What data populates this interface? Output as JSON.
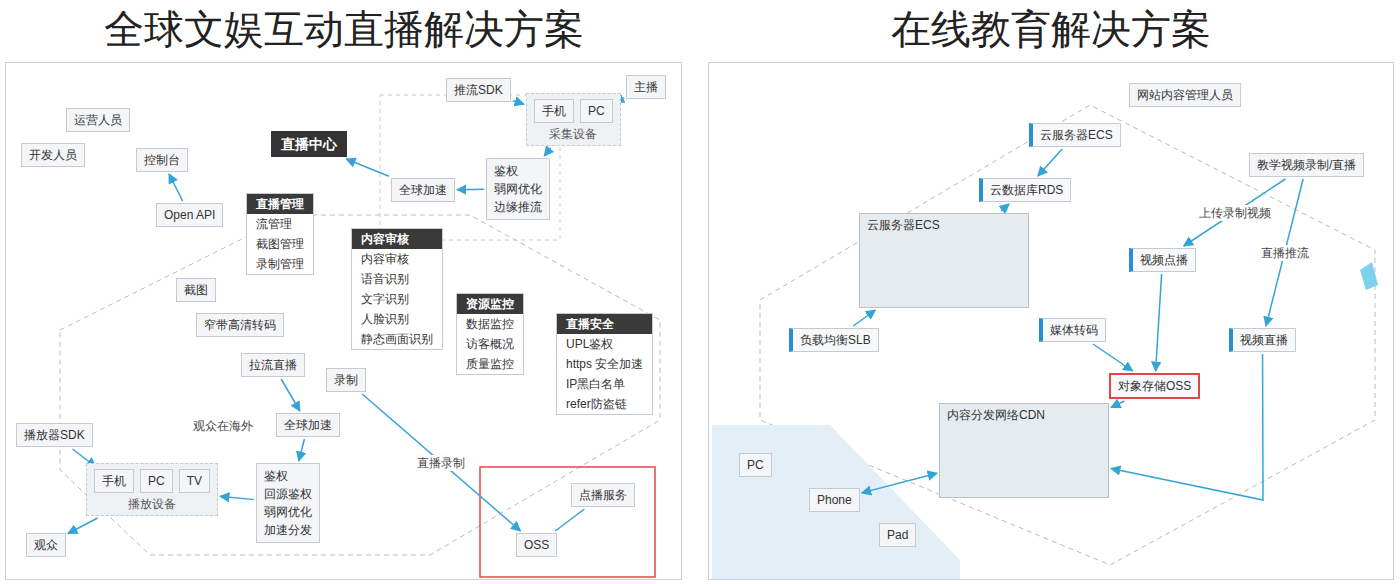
{
  "diagram": {
    "nodes": [
      {
        "text": [
          "全球文娱互动直播解决方案"
        ]
      },
      {
        "text": [
          "开发人员"
        ],
        "in": 0
      },
      {
        "text": [
          "运营人员"
        ],
        "in": 0
      },
      {
        "text": [
          "控制台"
        ],
        "in": 0
      },
      {
        "text": [
          "直播中心"
        ],
        "in": 0
      },
      {
        "text": [
          "Open API"
        ],
        "in": 0
      },
      {
        "text": [
          "直播管理",
          "流管理",
          "截图管理",
          "录制管理"
        ],
        "in": 0
      },
      {
        "text": [
          "内容审核",
          "内容审核",
          "语音识别",
          "文字识别",
          "人脸识别",
          "静态画面识别"
        ],
        "in": 0
      },
      {
        "text": [
          "资源监控",
          "数据监控",
          "访客概况",
          "质量监控"
        ],
        "in": 0
      },
      {
        "text": [
          "直播安全",
          "UPL鉴权",
          "https 安全加速",
          "IP黑白名单",
          "refer防盗链"
        ],
        "in": 0
      },
      {
        "text": [
          "推流SDK"
        ],
        "in": 0
      },
      {
        "text": [
          "采集设备"
        ],
        "in": 0
      },
      {
        "text": [
          "手机"
        ],
        "in": 11
      },
      {
        "text": [
          "PC"
        ],
        "in": 11
      },
      {
        "text": [
          "主播"
        ],
        "in": 0
      },
      {
        "text": [
          "鉴权",
          "弱网优化",
          "边缘推流"
        ],
        "in": 0
      },
      {
        "text": [
          "全球加速"
        ],
        "in": 0
      },
      {
        "text": [
          "截图"
        ],
        "in": 0
      },
      {
        "text": [
          "窄带高清转码"
        ],
        "in": 0
      },
      {
        "text": [
          "拉流直播"
        ],
        "in": 0
      },
      {
        "text": [
          "录制"
        ],
        "in": 0
      },
      {
        "text": [
          "全球加速"
        ],
        "in": 0
      },
      {
        "text": [
          "鉴权",
          "回源鉴权",
          "弱网优化",
          "加速分发"
        ],
        "in": 0
      },
      {
        "text": [
          "播放器SDK"
        ],
        "in": 0
      },
      {
        "text": [
          "播放设备"
        ],
        "in": 0
      },
      {
        "text": [
          "手机"
        ],
        "in": 24
      },
      {
        "text": [
          "PC"
        ],
        "in": 24
      },
      {
        "text": [
          "TV"
        ],
        "in": 24
      },
      {
        "text": [
          "观众"
        ],
        "in": 0
      },
      {
        "text": [
          "点播服务"
        ],
        "in": 0
      },
      {
        "text": [
          "OSS"
        ],
        "in": 0
      },
      {
        "text": [
          "在线教育解决方案"
        ]
      },
      {
        "text": [
          "网站内容管理人员"
        ],
        "in": 31
      },
      {
        "text": [
          "教学视频录制/直播"
        ],
        "in": 31
      },
      {
        "text": [
          "云服务器ECS"
        ],
        "in": 31
      },
      {
        "text": [
          "云数据库RDS"
        ],
        "in": 31
      },
      {
        "text": [
          "云服务器ECS"
        ],
        "in": 31
      },
      {
        "text": [
          "负载均衡SLB"
        ],
        "in": 31
      },
      {
        "text": [
          "视频点播"
        ],
        "in": 31
      },
      {
        "text": [
          "媒体转码"
        ],
        "in": 31
      },
      {
        "text": [
          "视频直播"
        ],
        "in": 31
      },
      {
        "text": [
          "对象存储OSS"
        ],
        "in": 31
      },
      {
        "text": [
          "内容分发网络CDN"
        ],
        "in": 31
      },
      {
        "text": [
          "PC"
        ],
        "in": 31
      },
      {
        "text": [
          "Phone"
        ],
        "in": 31
      },
      {
        "text": [
          "Pad"
        ],
        "in": 31
      }
    ],
    "edges": [
      {
        "from": 5,
        "to": 3,
        "arrow": "to"
      },
      {
        "from": 10,
        "to": 11,
        "arrow": "to"
      },
      {
        "from": 14,
        "to": 13,
        "arrow": "to"
      },
      {
        "from": 11,
        "to": 15,
        "arrow": "to"
      },
      {
        "from": 15,
        "to": 16,
        "arrow": "to"
      },
      {
        "from": 16,
        "to": 4,
        "arrow": "to"
      },
      {
        "from": 19,
        "to": 21,
        "arrow": "to"
      },
      {
        "from": 21,
        "to": 22,
        "arrow": "to"
      },
      {
        "from": 22,
        "to": 24,
        "arrow": "to"
      },
      {
        "from": 23,
        "to": 25,
        "arrow": "to"
      },
      {
        "from": 24,
        "to": 28,
        "arrow": "to"
      },
      {
        "from": 20,
        "to": 30,
        "arrow": "to",
        "label": "直播录制"
      },
      {
        "from": 30,
        "to": 29,
        "arrow": "none"
      },
      {
        "from": 37,
        "to": 36,
        "arrow": "to"
      },
      {
        "from": 36,
        "to": 35,
        "arrow": "to"
      },
      {
        "from": 34,
        "to": 35,
        "arrow": "to"
      },
      {
        "from": 33,
        "to": 38,
        "arrow": "to",
        "label": "上传录制视频"
      },
      {
        "from": 33,
        "to": 40,
        "arrow": "to",
        "label": "直播推流"
      },
      {
        "from": 38,
        "to": 41,
        "arrow": "to"
      },
      {
        "from": 39,
        "to": 41,
        "arrow": "to"
      },
      {
        "from": 40,
        "to": 42,
        "arrow": "to"
      },
      {
        "from": 41,
        "to": 42,
        "arrow": "to"
      },
      {
        "from": 42,
        "to": 44,
        "arrow": "both"
      }
    ],
    "labels": [
      "观众在海外"
    ]
  }
}
